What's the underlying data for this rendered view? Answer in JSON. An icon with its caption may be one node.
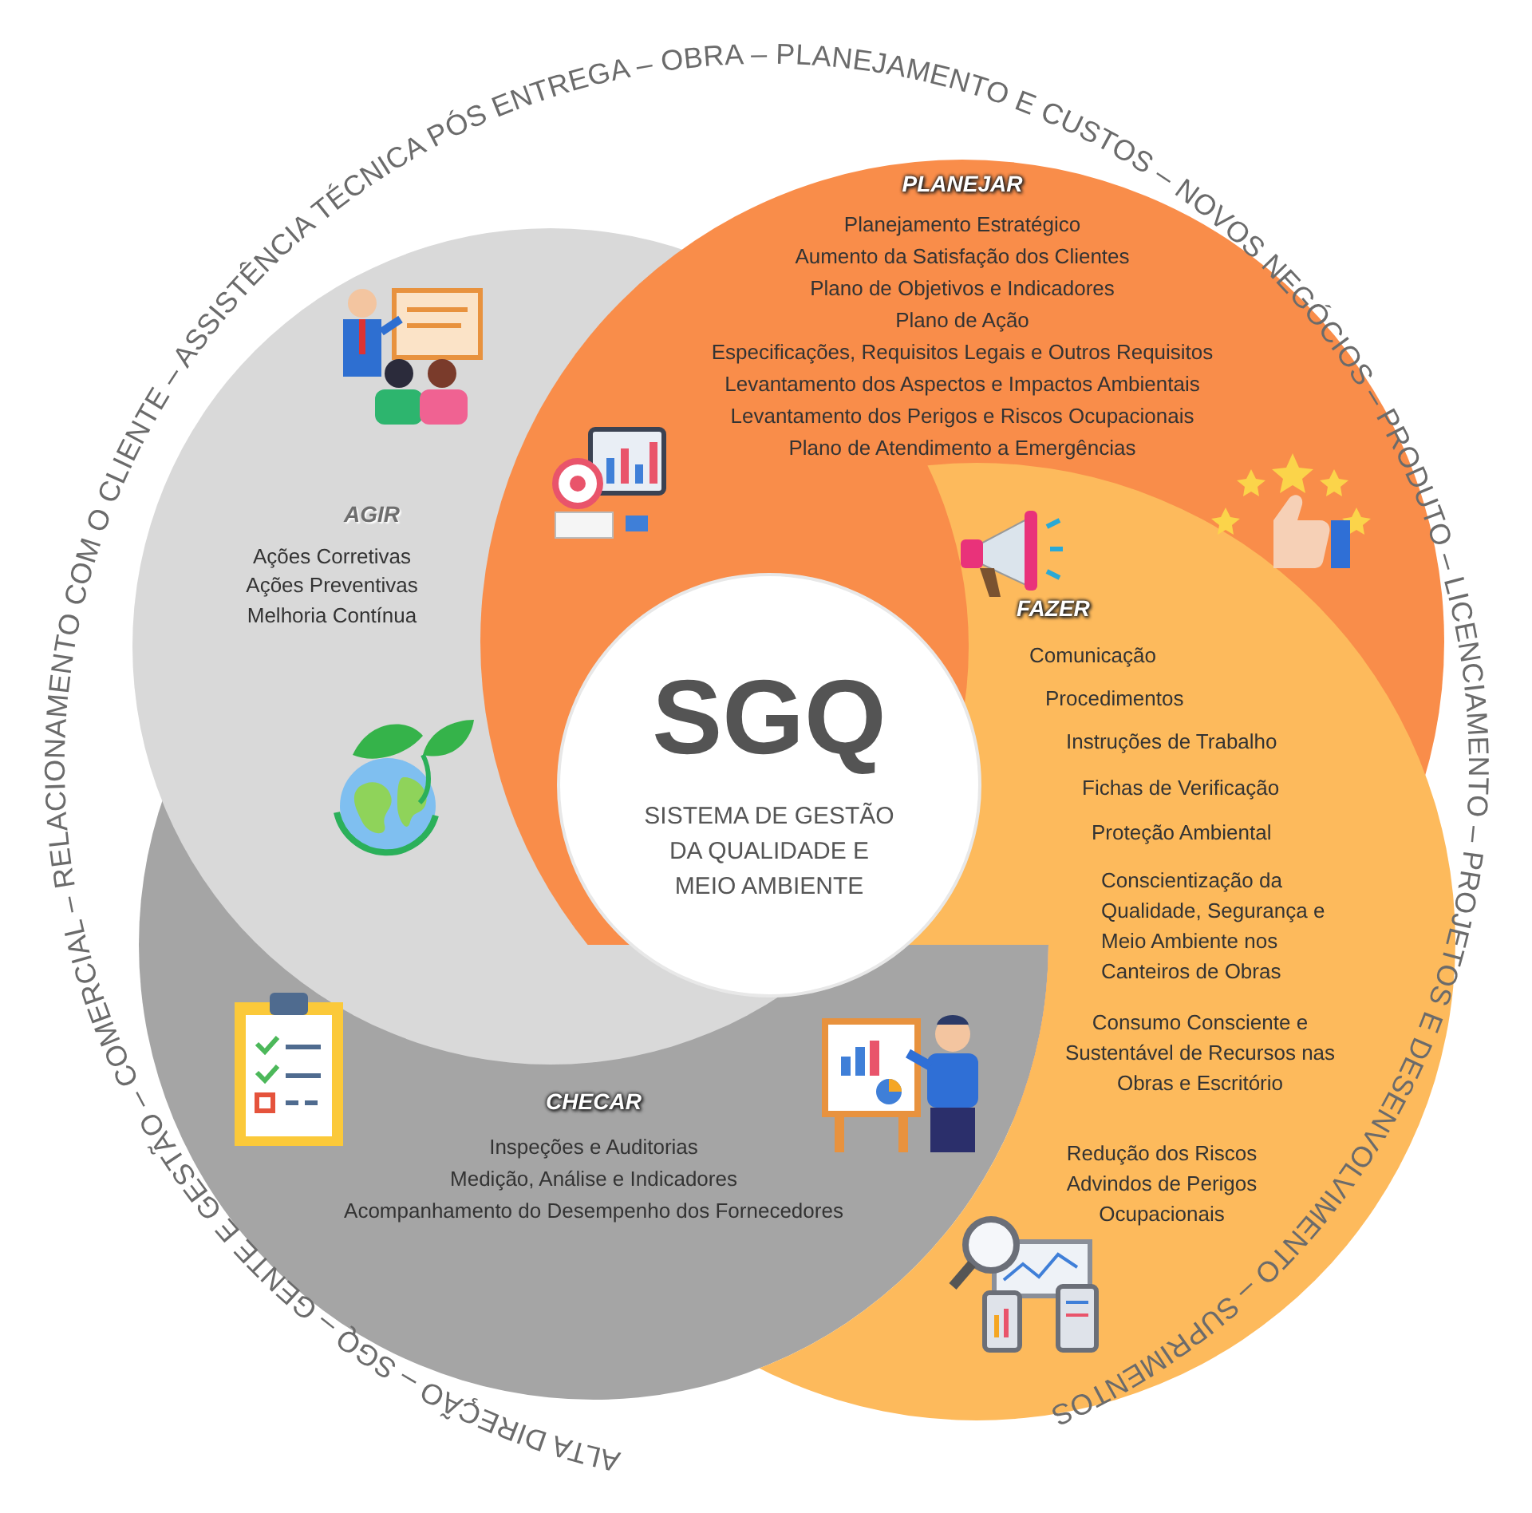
{
  "diagram": {
    "nodes": [
      {
        "text": [
          "PLANEJAR",
          "Planejamento Estratégico",
          "Aumento da Satisfação dos Clientes",
          "Plano de Objetivos e Indicadores",
          "Plano de Ação",
          "Especificações, Requisitos Legais e Outros Requisitos",
          "Levantamento dos Aspectos e Impactos Ambientais",
          "Levantamento dos Perigos e Riscos Ocupacionais",
          "Plano de Atendimento a Emergências"
        ]
      },
      {
        "text": [
          "AGIR",
          "Ações Corretivas",
          "Ações Preventivas",
          "Melhoria Contínua"
        ]
      },
      {
        "text": [
          "SGQ",
          "SISTEMA DE GESTÃO DA QUALIDADE E MEIO AMBIENTE"
        ]
      },
      {
        "text": [
          "FAZER",
          "Comunicação",
          "Procedimentos",
          "Instruções de Trabalho",
          "Fichas de Verificação",
          "Proteção Ambiental",
          "Conscientização da Qualidade, Segurança e Meio Ambiente nos Canteiros de Obras",
          "Consumo Consciente e Sustentável de Recursos nas Obras e Escritório",
          "Redução dos Riscos Advindos de Perigos Ocupacionais"
        ]
      },
      {
        "text": [
          "CHECAR",
          "Inspeções e Auditorias",
          "Medição, Análise e Indicadores",
          "Acompanhamento do Desempenho dos Fornecedores"
        ]
      }
    ],
    "labels": [
      "ALTA DIREÇÃO – SGQ – GENTE E GESTÃO – COMERCIAL – RELACIONAMENTO COM O CLIENTE – ASSISTÊNCIA TÉCNICA PÓS ENTREGA – OBRA – PLANEJAMENTO E CUSTOS – NOVOS NEGÓCIOS – PRODUTO – LICENCIAMENTO – PROJETOS E DESENVOLVIMENTO – SUPRIMENTOS"
    ]
  }
}
